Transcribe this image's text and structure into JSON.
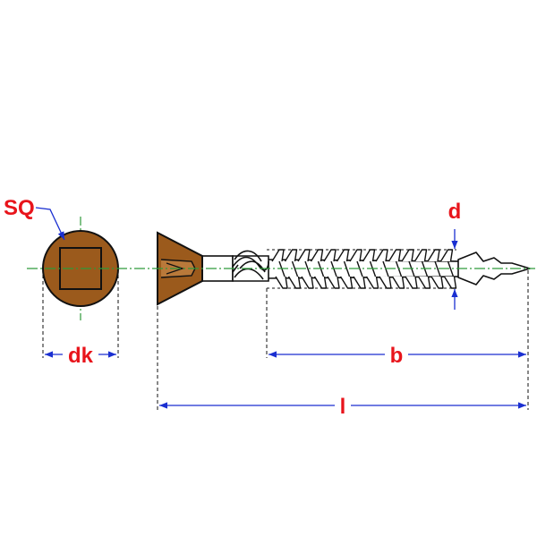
{
  "labels": {
    "square_drive": "SQ",
    "head_diameter": "dk",
    "thread_diameter": "d",
    "thread_length": "b",
    "total_length": "l"
  },
  "colors": {
    "head_fill": "#9b5a1c",
    "head_light": "#b9793a",
    "label": "#e8141b",
    "dimension_line": "#1a2fd1",
    "center_line": "#2e9a3a",
    "outline": "#111111",
    "extension_line": "#111111"
  }
}
